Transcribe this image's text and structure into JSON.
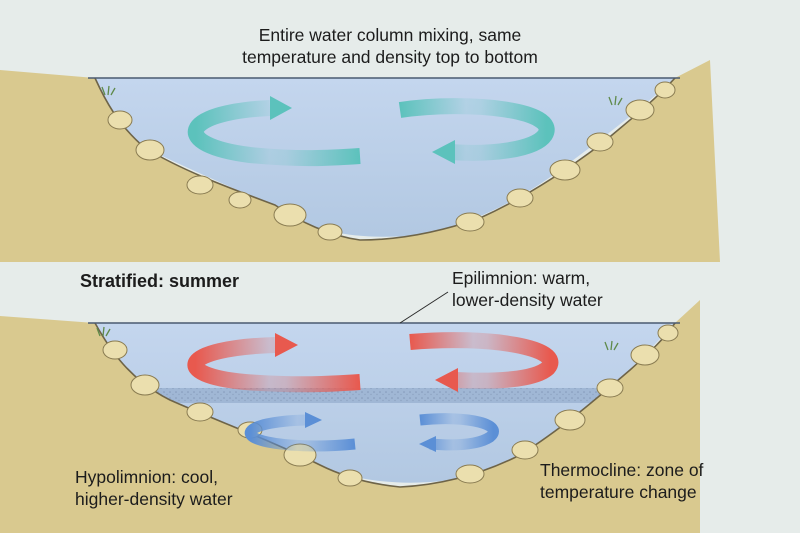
{
  "diagram": {
    "top_panel": {
      "caption_lines": [
        "Entire water column mixing, same",
        "temperature and density top to bottom"
      ],
      "circulation_color": "#5cc2bc"
    },
    "bottom_panel": {
      "title": "Stratified: summer",
      "epilimnion_lines": [
        "Epilimnion: warm,",
        "lower-density water"
      ],
      "hypolimnion_lines": [
        "Hypolimnion: cool,",
        "higher-density water"
      ],
      "thermocline_lines": [
        "Thermocline: zone of",
        "temperature change"
      ],
      "warm_color": "#e8594e",
      "cool_color": "#5b8fd6"
    },
    "colors": {
      "water": "#b8cfe8",
      "rock": "#d8c88c",
      "rock_shadow": "#a89560",
      "background": "#e6ecea"
    }
  }
}
